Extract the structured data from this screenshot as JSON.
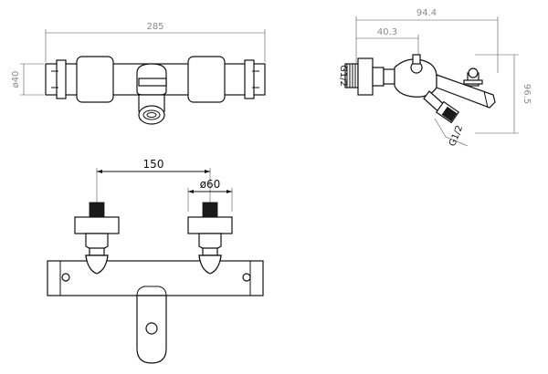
{
  "dimensions": {
    "top_width": "285",
    "top_height": "ø40",
    "side_total": "94.4",
    "side_inner": "40.3",
    "side_height": "96.5",
    "side_inlet_thread": "G1/2",
    "side_outlet_thread": "G1/2",
    "front_spacing": "150",
    "front_diameter": "ø60"
  },
  "colors": {
    "line": "#111111",
    "dimension": "#8a8a8a",
    "dark_fill": "#1a1a1a"
  }
}
